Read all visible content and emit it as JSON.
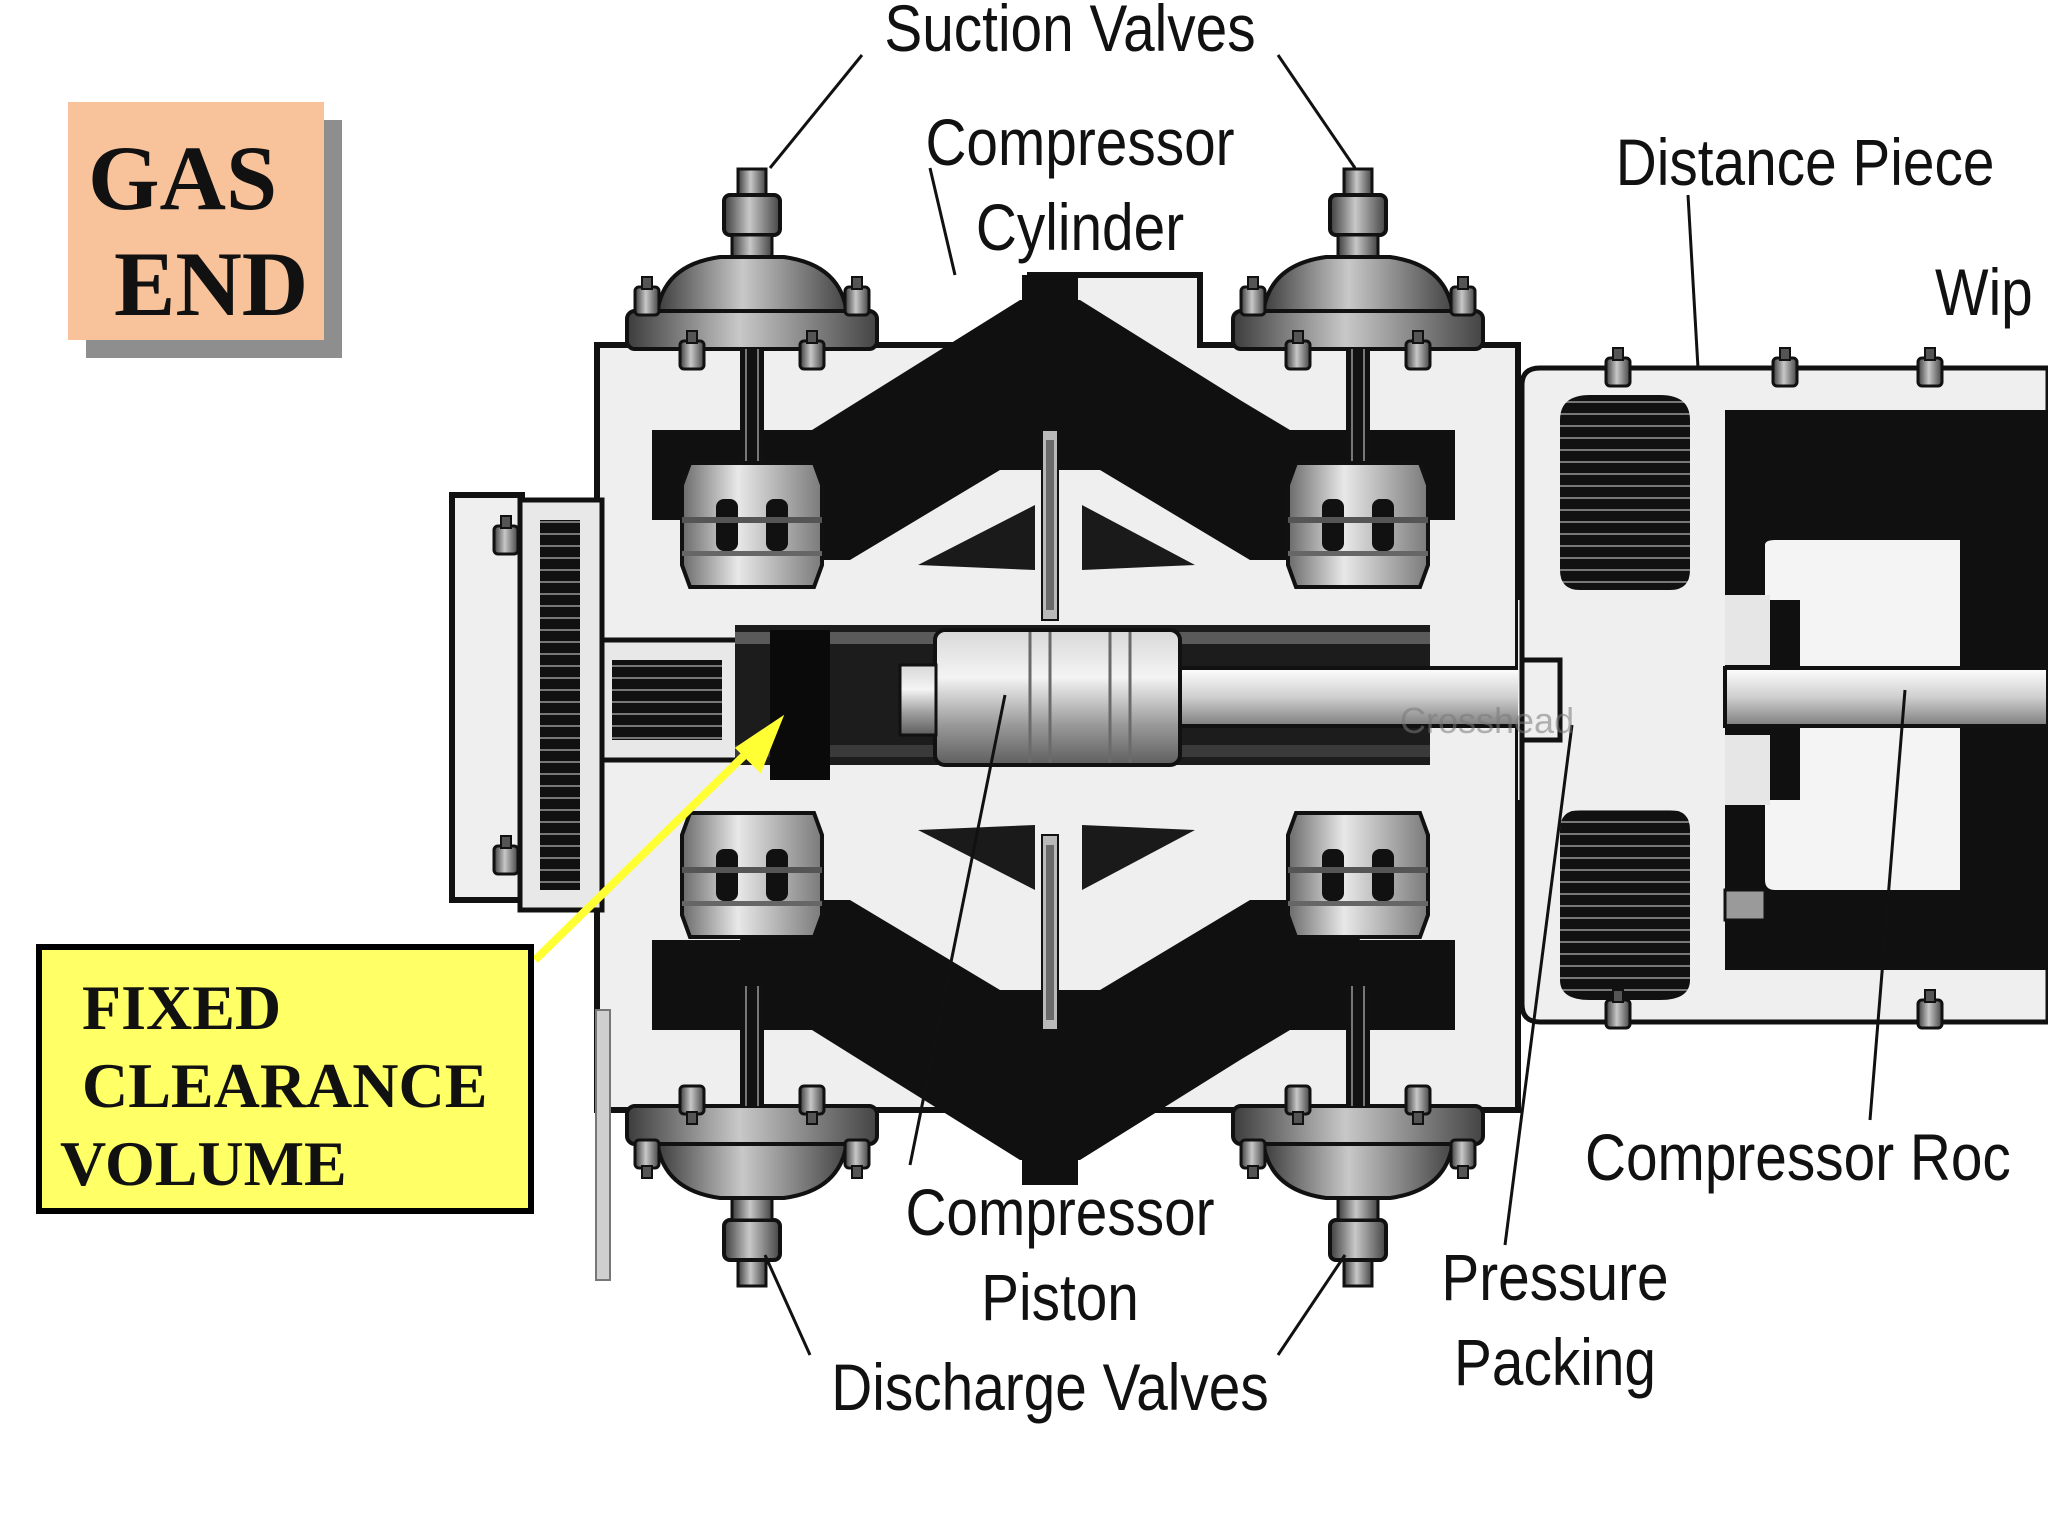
{
  "labels": {
    "suction_valves": "Suction Valves",
    "compressor_cylinder": [
      "Compressor",
      "Cylinder"
    ],
    "distance_piece": "Distance Piece",
    "wiper": "Wip",
    "compressor_rod": "Compressor Roc",
    "pressure_packing": [
      "Pressure",
      "Packing"
    ],
    "compressor_piston": [
      "Compressor",
      "Piston"
    ],
    "discharge_valves": "Discharge Valves",
    "crosshead": "Crosshead"
  },
  "gas_end": {
    "lines": [
      "GAS",
      "END"
    ]
  },
  "fixed_clearance": {
    "lines": [
      "FIXED",
      "CLEARANCE",
      "VOLUME"
    ]
  },
  "colors": {
    "gas_end_fill": "#f8c39b",
    "gas_end_shadow": "#8e8e8e",
    "callout_fill": "#ffff66",
    "arrow": "#ffff33",
    "casting": "#efefef",
    "ink": "#0d0d0d",
    "metal": "#b5b5b5"
  }
}
